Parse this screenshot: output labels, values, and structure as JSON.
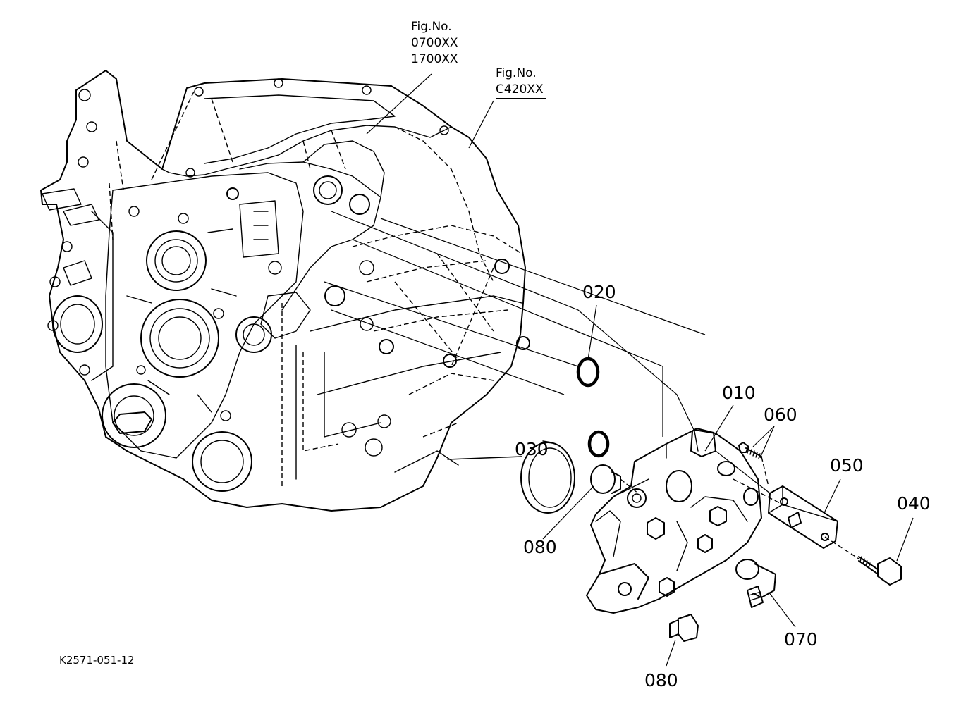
{
  "figure_refs": [
    {
      "heading": "Fig.No.",
      "codes": [
        "0700XX",
        "1700XX"
      ]
    },
    {
      "heading": "Fig.No.",
      "codes": [
        "C420XX"
      ]
    }
  ],
  "part_labels": [
    "010",
    "020",
    "030",
    "040",
    "050",
    "060",
    "070",
    "080",
    "080"
  ],
  "drawing_code": "K2571-051-12"
}
